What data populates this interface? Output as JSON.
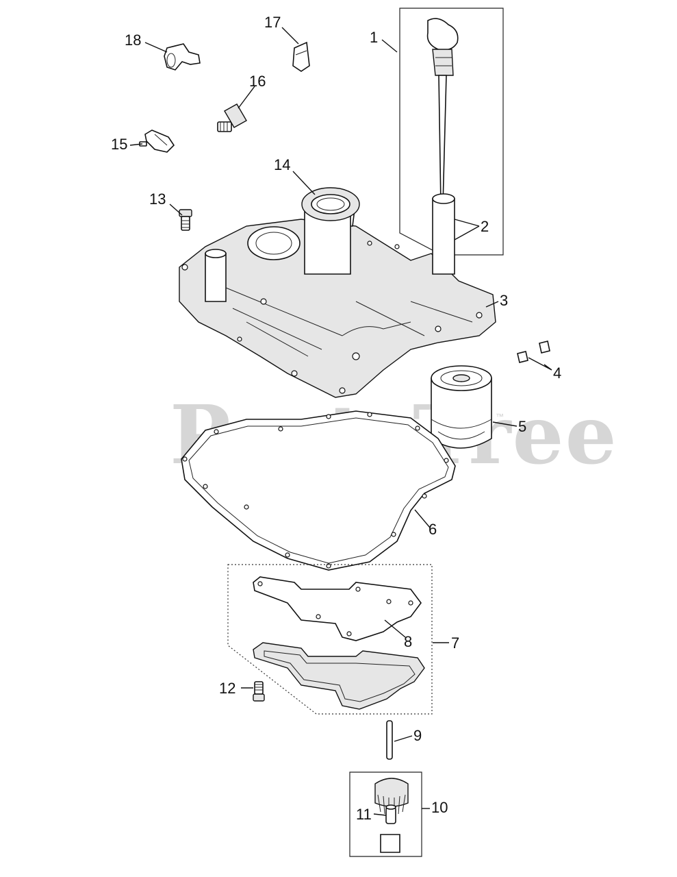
{
  "watermark": {
    "text": "PartsTree",
    "mark": "™"
  },
  "callouts": [
    "1",
    "2",
    "3",
    "4",
    "5",
    "6",
    "7",
    "8",
    "9",
    "10",
    "11",
    "12",
    "13",
    "14",
    "15",
    "16",
    "17",
    "18"
  ],
  "colors": {
    "line": "#111111",
    "watermark": "#d6d6d6",
    "background": "#ffffff"
  }
}
